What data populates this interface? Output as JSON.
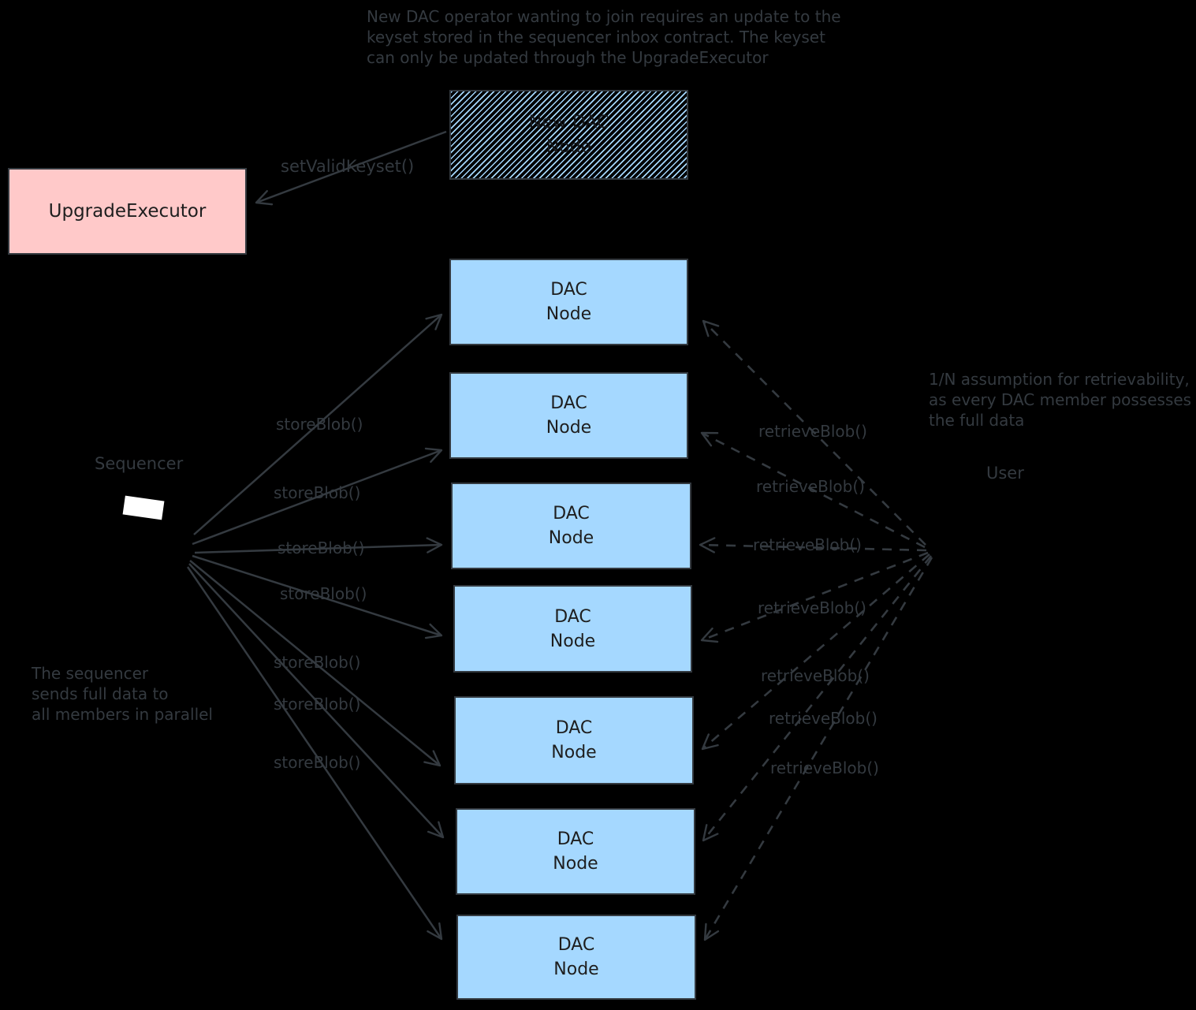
{
  "diagram": {
    "background": "#000000",
    "notes": {
      "top": {
        "lines": [
          "New DAC operator wanting to join requires an update to the",
          "keyset stored in the sequencer inbox contract. The keyset",
          "can only be updated through the UpgradeExecutor"
        ]
      },
      "right": {
        "lines": [
          "1/N assumption for retrievability,",
          "as every DAC member possesses",
          "the full data"
        ]
      },
      "left": {
        "lines": [
          "The sequencer",
          "sends full data to",
          "all members in parallel"
        ]
      }
    },
    "nodes": {
      "upgrade_executor": {
        "label": "UpgradeExecutor",
        "fill": "#ffc9c9",
        "border": "#343a40"
      },
      "new_dac_node": {
        "label_line1": "New DAC",
        "label_line2": "Node",
        "hatch_color": "#a5d8ff",
        "border": "#343a40"
      },
      "dac_nodes": {
        "label_line1": "DAC",
        "label_line2": "Node",
        "fill": "#a5d8ff",
        "border": "#343a40",
        "count": 7
      },
      "sequencer": {
        "label": "Sequencer"
      },
      "user": {
        "label": "User"
      }
    },
    "edges": {
      "set_valid_keyset": {
        "label": "setValidKeyset()",
        "style": "solid"
      },
      "store_blob": {
        "label": "storeBlob()",
        "style": "solid",
        "count": 7
      },
      "retrieve_blob": {
        "label": "retrieveBlob()",
        "style": "dashed",
        "count": 7
      }
    },
    "colors": {
      "annotation_text": "#343a40",
      "node_text": "#1e1e1e",
      "arrow": "#343a40"
    }
  }
}
